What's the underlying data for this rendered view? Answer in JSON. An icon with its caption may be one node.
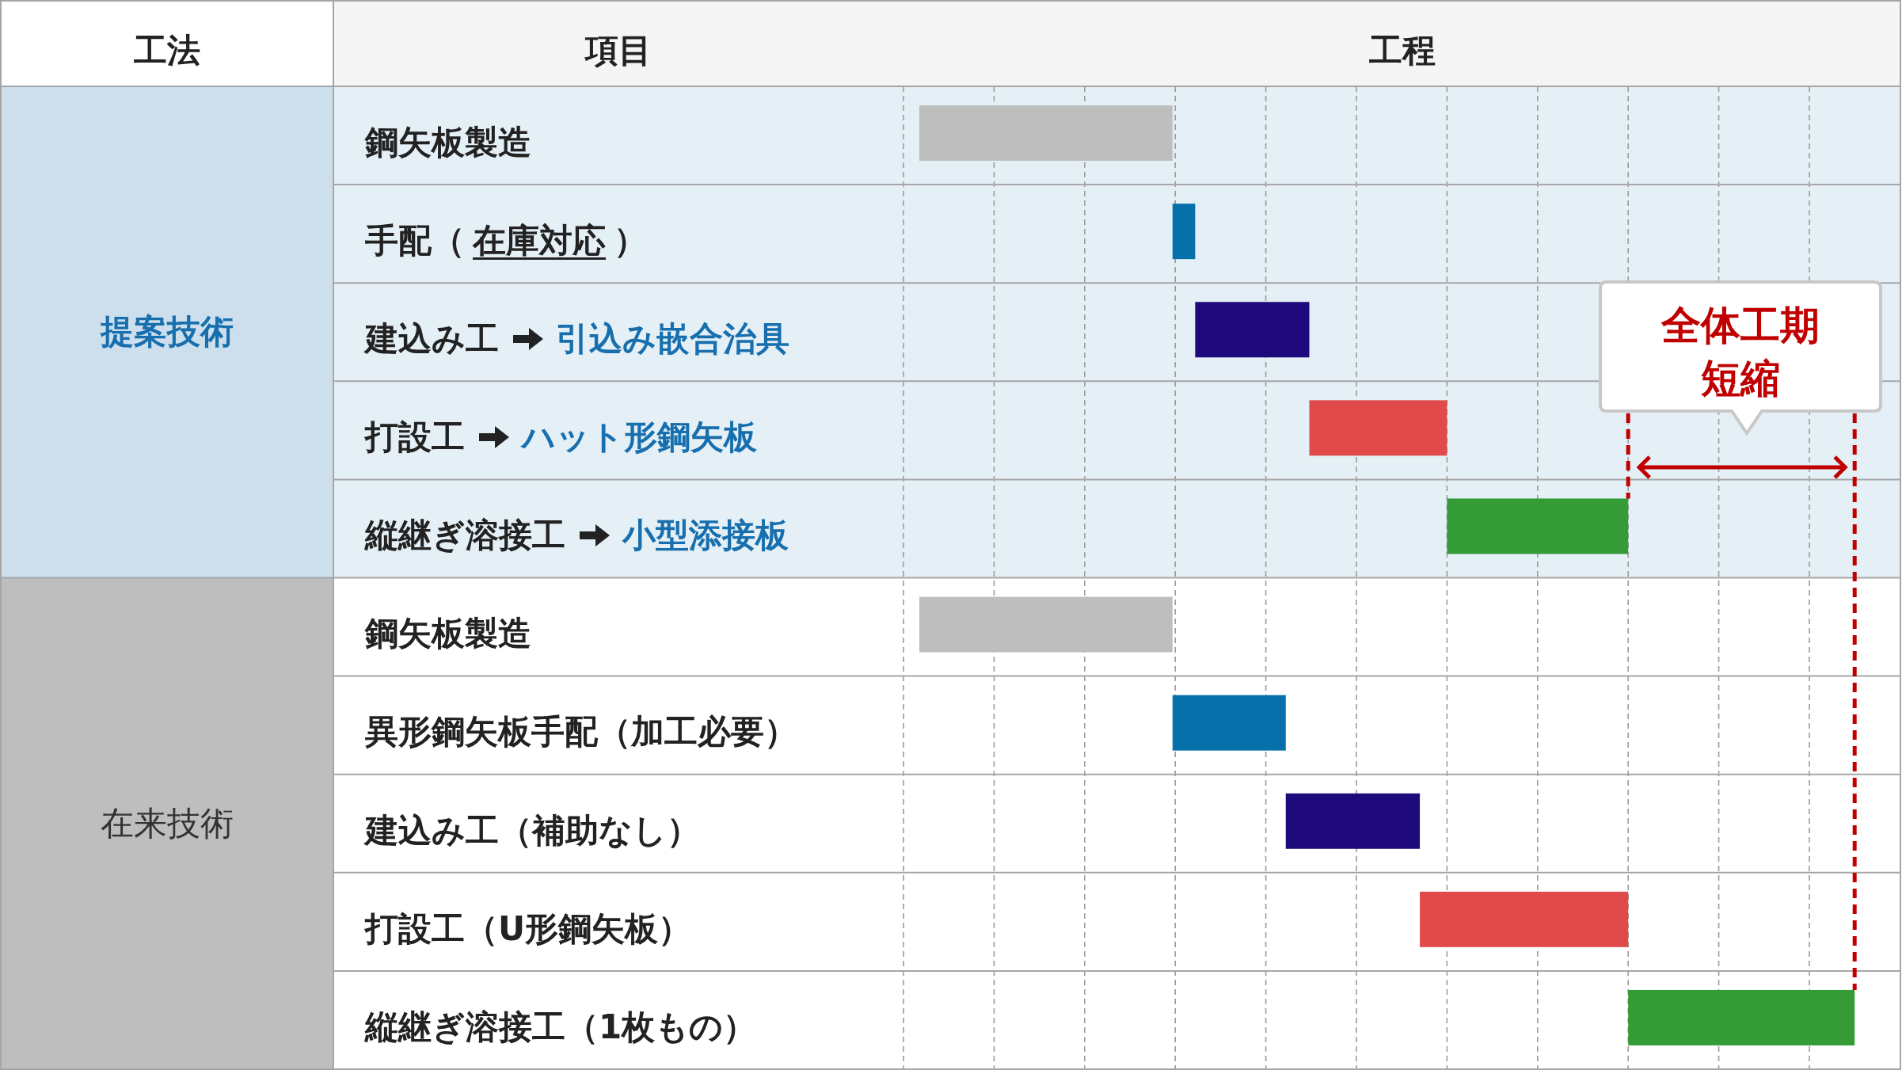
{
  "diagram": {
    "nodes": [
      {
        "text": [
          "全体工期短縮"
        ]
      }
    ],
    "labels": [
      "工法",
      "項目",
      "工程",
      "提案技術",
      "鋼矢板製造",
      "手配（",
      "在庫対応",
      "）",
      "建込み工",
      "引込み嵌合治具",
      "打設工",
      "ハット形鋼矢板",
      "縦継ぎ溶接工",
      "小型添接板",
      "在来技術",
      "鋼矢板製造",
      "異形鋼矢板手配（加工必要）",
      "建込み工（補助なし）",
      "打設工（U形鋼矢板）",
      "縦継ぎ溶接工（1枚もの）"
    ]
  }
}
